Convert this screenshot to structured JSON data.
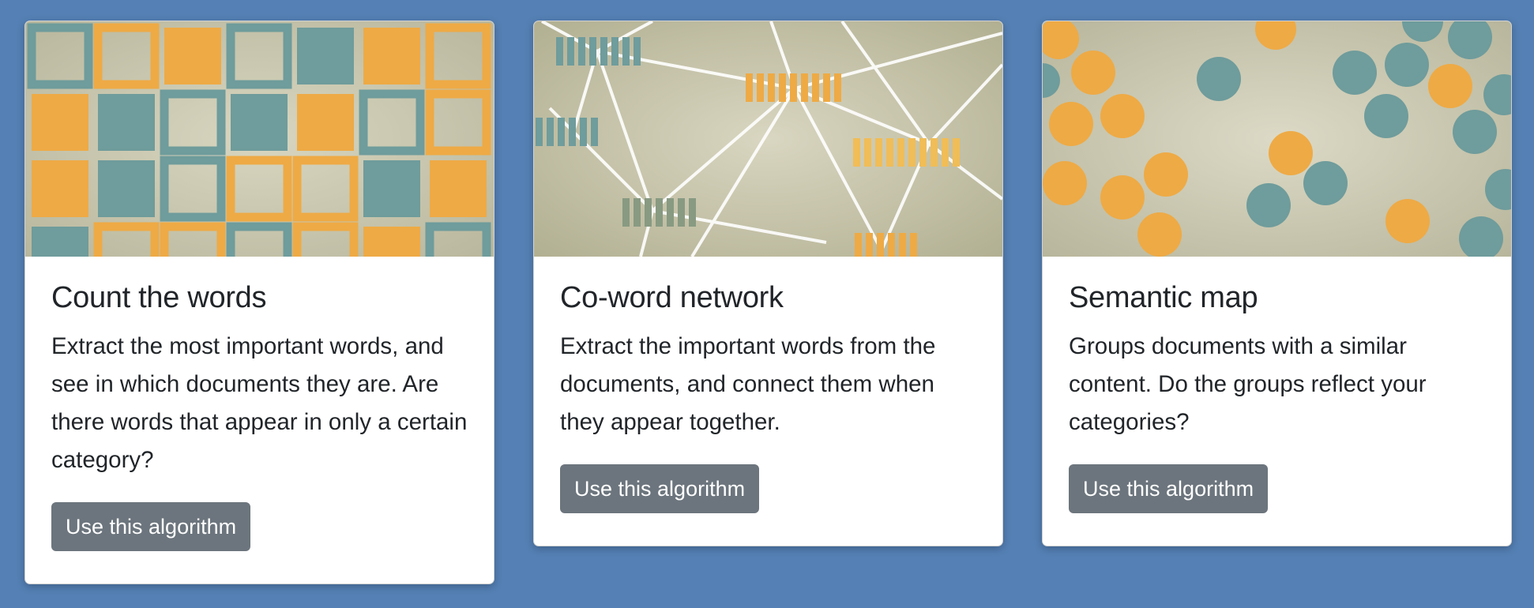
{
  "cards": [
    {
      "title": "Count the words",
      "text": "Extract the most important words, and see in which documents they are. Are there words that appear in only a certain category?",
      "button_label": "Use this algorithm",
      "icon": "word-count-squares-image"
    },
    {
      "title": "Co-word network",
      "text": "Extract the important words from the documents, and connect them when they appear together.",
      "button_label": "Use this algorithm",
      "icon": "co-word-network-image"
    },
    {
      "title": "Semantic map",
      "text": "Groups documents with a similar content. Do the groups reflect your categories?",
      "button_label": "Use this algorithm",
      "icon": "semantic-map-circles-image"
    }
  ],
  "colors": {
    "background": "#5480b5",
    "orange": "#eeaa45",
    "teal": "#6f9c9c",
    "beige": "#d2cfb6",
    "button": "#6c757d"
  }
}
